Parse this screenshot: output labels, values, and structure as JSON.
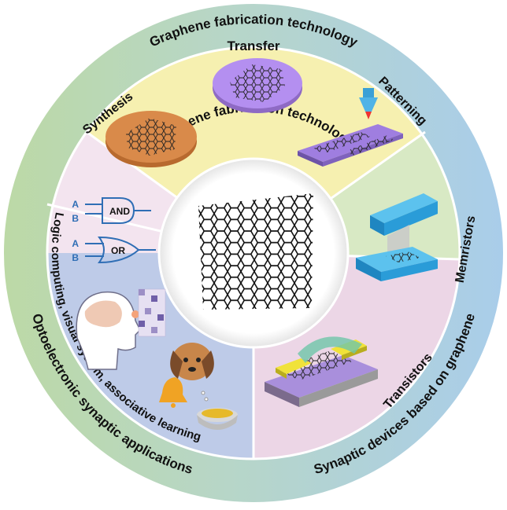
{
  "outer_ring": {
    "top_label": "Graphene fabrication technology",
    "right_label": "Synaptic devices based on graphene",
    "left_label": "Optoelectronic synaptic applications"
  },
  "fabrication": {
    "synthesis": "Synthesis",
    "transfer": "Transfer",
    "patterning": "Patterning"
  },
  "devices": {
    "memristors": "Memristors",
    "transistors": "Transistors"
  },
  "applications": {
    "arc_label": "Logic computing, visual system, associative learning",
    "gate_and": "AND",
    "gate_or": "OR",
    "input_a": "A",
    "input_b": "B"
  },
  "colors": {
    "ring_blue": "#a9cdea",
    "ring_green": "#bcd9a6",
    "sector_yellow": "#f6f0b0",
    "sector_green": "#d8e9c4",
    "sector_pink": "#ecd6e6",
    "sector_blue": "#b8d6ef",
    "wafer_orange": "#d98a4a",
    "wafer_purple": "#b48ff0",
    "electrode_cyan": "#35a6dc",
    "electrode_yellow": "#f0e23a"
  }
}
